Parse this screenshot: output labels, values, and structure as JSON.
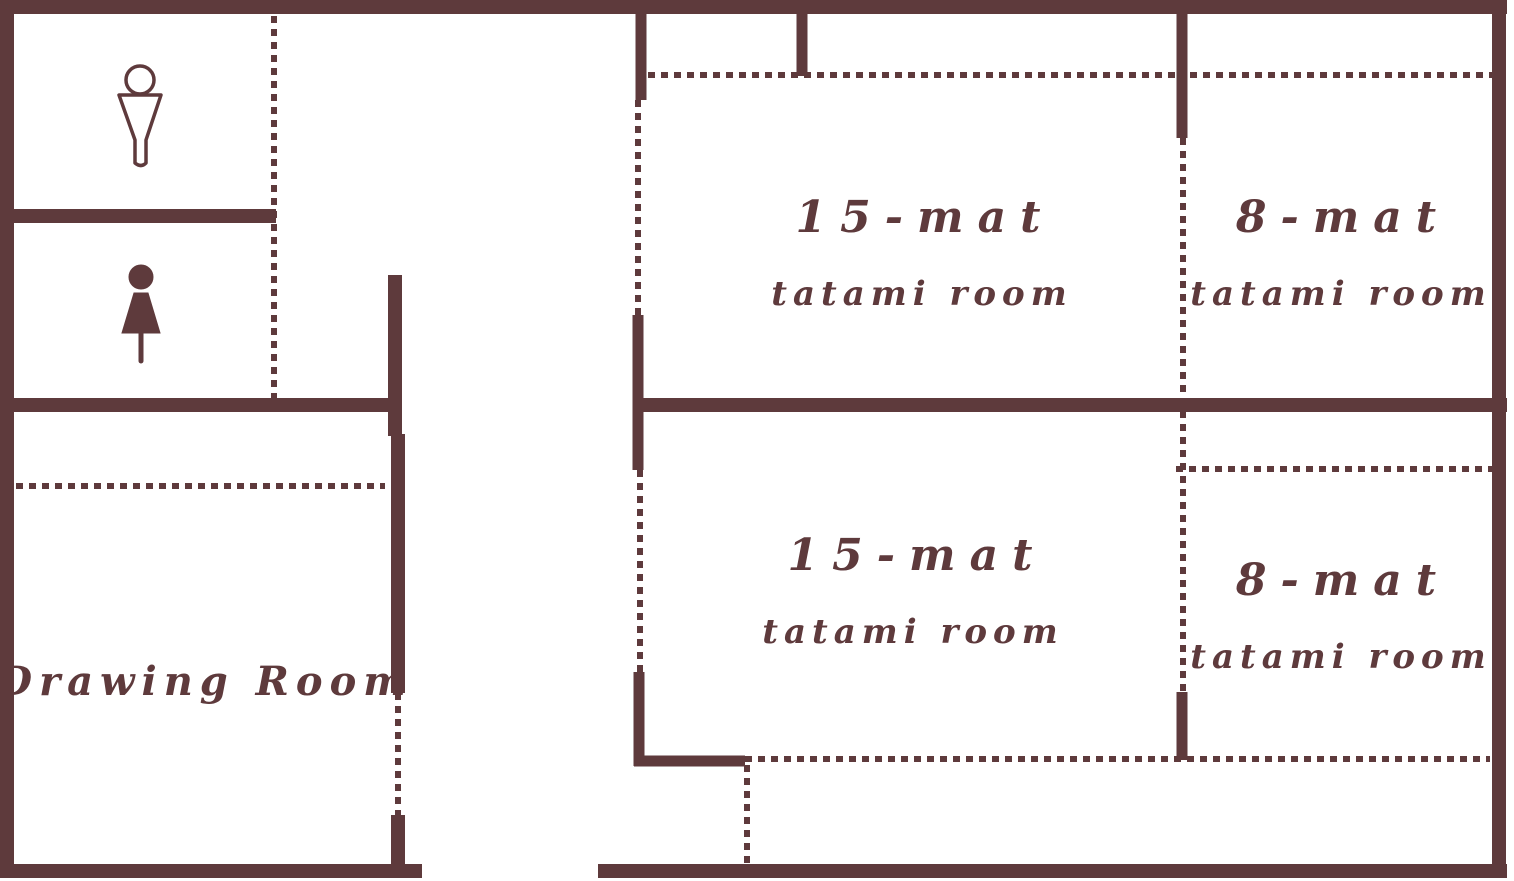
{
  "colors": {
    "wall": "#5e3a3c",
    "background": "#ffffff"
  },
  "rooms": {
    "tatami_upper_left": {
      "line1": "15-mat",
      "line2": "tatami room"
    },
    "tatami_upper_right": {
      "line1": "8-mat",
      "line2": "tatami room"
    },
    "tatami_lower_left": {
      "line1": "15-mat",
      "line2": "tatami room"
    },
    "tatami_lower_right": {
      "line1": "8-mat",
      "line2": "tatami room"
    },
    "drawing_room": {
      "label": "Drawing Room"
    }
  },
  "icons": {
    "mens_restroom": "male-restroom-icon",
    "womens_restroom": "female-restroom-icon"
  }
}
